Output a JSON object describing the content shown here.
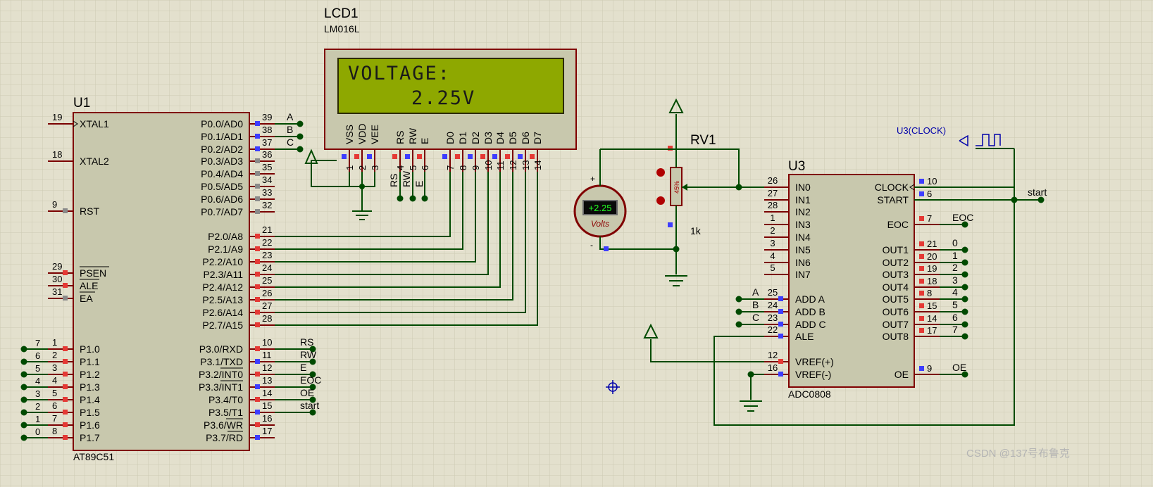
{
  "u1": {
    "ref": "U1",
    "part": "AT89C51",
    "left_pins": [
      {
        "num": "19",
        "name": "XTAL1"
      },
      {
        "num": "18",
        "name": "XTAL2"
      },
      {
        "num": "9",
        "name": "RST"
      },
      {
        "num": "29",
        "name": "PSEN"
      },
      {
        "num": "30",
        "name": "ALE"
      },
      {
        "num": "31",
        "name": "EA"
      },
      {
        "num": "1",
        "name": "P1.0",
        "net": "7"
      },
      {
        "num": "2",
        "name": "P1.1",
        "net": "6"
      },
      {
        "num": "3",
        "name": "P1.2",
        "net": "5"
      },
      {
        "num": "4",
        "name": "P1.3",
        "net": "4"
      },
      {
        "num": "5",
        "name": "P1.4",
        "net": "3"
      },
      {
        "num": "6",
        "name": "P1.5",
        "net": "2"
      },
      {
        "num": "7",
        "name": "P1.6",
        "net": "1"
      },
      {
        "num": "8",
        "name": "P1.7",
        "net": "0"
      }
    ],
    "right_pins": [
      {
        "num": "39",
        "name": "P0.0/AD0",
        "net": "A"
      },
      {
        "num": "38",
        "name": "P0.1/AD1",
        "net": "B"
      },
      {
        "num": "37",
        "name": "P0.2/AD2",
        "net": "C"
      },
      {
        "num": "36",
        "name": "P0.3/AD3"
      },
      {
        "num": "35",
        "name": "P0.4/AD4"
      },
      {
        "num": "34",
        "name": "P0.5/AD5"
      },
      {
        "num": "33",
        "name": "P0.6/AD6"
      },
      {
        "num": "32",
        "name": "P0.7/AD7"
      },
      {
        "num": "21",
        "name": "P2.0/A8"
      },
      {
        "num": "22",
        "name": "P2.1/A9"
      },
      {
        "num": "23",
        "name": "P2.2/A10"
      },
      {
        "num": "24",
        "name": "P2.3/A11"
      },
      {
        "num": "25",
        "name": "P2.4/A12"
      },
      {
        "num": "26",
        "name": "P2.5/A13"
      },
      {
        "num": "27",
        "name": "P2.6/A14"
      },
      {
        "num": "28",
        "name": "P2.7/A15"
      },
      {
        "num": "10",
        "name": "P3.0/RXD",
        "net": "RS"
      },
      {
        "num": "11",
        "name": "P3.1/TXD",
        "net": "RW"
      },
      {
        "num": "12",
        "name": "P3.2/INT0",
        "net": "E"
      },
      {
        "num": "13",
        "name": "P3.3/INT1",
        "net": "EOC"
      },
      {
        "num": "14",
        "name": "P3.4/T0",
        "net": "OE"
      },
      {
        "num": "15",
        "name": "P3.5/T1",
        "net": "start"
      },
      {
        "num": "16",
        "name": "P3.6/WR"
      },
      {
        "num": "17",
        "name": "P3.7/RD"
      }
    ]
  },
  "lcd": {
    "ref": "LCD1",
    "part": "LM016L",
    "line1": "VOLTAGE:",
    "line2": "2.25V",
    "pins": [
      {
        "num": "1",
        "name": "VSS"
      },
      {
        "num": "2",
        "name": "VDD"
      },
      {
        "num": "3",
        "name": "VEE"
      },
      {
        "num": "4",
        "name": "RS"
      },
      {
        "num": "5",
        "name": "RW"
      },
      {
        "num": "6",
        "name": "E"
      },
      {
        "num": "7",
        "name": "D0"
      },
      {
        "num": "8",
        "name": "D1"
      },
      {
        "num": "9",
        "name": "D2"
      },
      {
        "num": "10",
        "name": "D3"
      },
      {
        "num": "11",
        "name": "D4"
      },
      {
        "num": "12",
        "name": "D5"
      },
      {
        "num": "13",
        "name": "D6"
      },
      {
        "num": "14",
        "name": "D7"
      }
    ],
    "net_labels": {
      "rs": "RS",
      "rw": "RW",
      "e": "E"
    }
  },
  "u3": {
    "ref": "U3",
    "part": "ADC0808",
    "left_pins": [
      {
        "num": "26",
        "name": "IN0"
      },
      {
        "num": "27",
        "name": "IN1"
      },
      {
        "num": "28",
        "name": "IN2"
      },
      {
        "num": "1",
        "name": "IN3"
      },
      {
        "num": "2",
        "name": "IN4"
      },
      {
        "num": "3",
        "name": "IN5"
      },
      {
        "num": "4",
        "name": "IN6"
      },
      {
        "num": "5",
        "name": "IN7"
      },
      {
        "num": "25",
        "name": "ADD A",
        "net": "A"
      },
      {
        "num": "24",
        "name": "ADD B",
        "net": "B"
      },
      {
        "num": "23",
        "name": "ADD C",
        "net": "C"
      },
      {
        "num": "22",
        "name": "ALE"
      },
      {
        "num": "12",
        "name": "VREF(+)"
      },
      {
        "num": "16",
        "name": "VREF(-)"
      }
    ],
    "right_pins": [
      {
        "num": "10",
        "name": "CLOCK"
      },
      {
        "num": "6",
        "name": "START",
        "net": "start"
      },
      {
        "num": "7",
        "name": "EOC",
        "net": "EOC"
      },
      {
        "num": "21",
        "name": "OUT1",
        "net": "0"
      },
      {
        "num": "20",
        "name": "OUT2",
        "net": "1"
      },
      {
        "num": "19",
        "name": "OUT3",
        "net": "2"
      },
      {
        "num": "18",
        "name": "OUT4",
        "net": "3"
      },
      {
        "num": "8",
        "name": "OUT5",
        "net": "4"
      },
      {
        "num": "15",
        "name": "OUT6",
        "net": "5"
      },
      {
        "num": "14",
        "name": "OUT7",
        "net": "6"
      },
      {
        "num": "17",
        "name": "OUT8",
        "net": "7"
      },
      {
        "num": "9",
        "name": "OE",
        "net": "OE"
      }
    ]
  },
  "rv1": {
    "ref": "RV1",
    "value": "1k",
    "position": "45%"
  },
  "voltmeter": {
    "reading": "+2.25",
    "unit": "Volts",
    "plus": "+",
    "minus": "-"
  },
  "clock_source": {
    "label": "U3(CLOCK)"
  },
  "watermark": "CSDN @137号布鲁克",
  "colors": {
    "background": "#e3e0cd",
    "chip_fill": "#c8c8ad",
    "chip_border": "#800000",
    "wire": "#004a00",
    "lcd_screen": "#8ea800",
    "pin_red": "#e53935",
    "pin_blue": "#3d3dff",
    "pin_grey": "#8a8a8a"
  }
}
